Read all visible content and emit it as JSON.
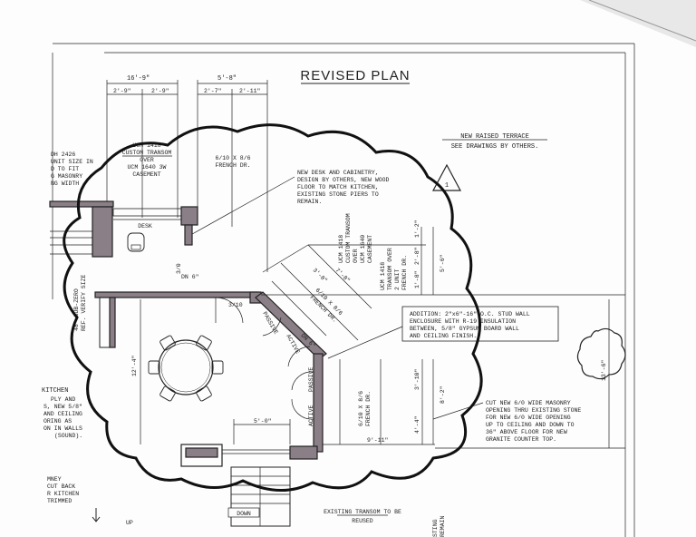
{
  "title": "REVISED PLAN",
  "terrace": {
    "line1": "NEW RAISED TERRACE",
    "line2": "SEE DRAWINGS BY OTHERS."
  },
  "revision_mark": "1",
  "dims_top": [
    "16'-9\"",
    "2'-9\"",
    "2'-9\"",
    "5'-8\"",
    "2'-7\"",
    "2'-11\""
  ],
  "window_top_left": [
    "UCM 1418",
    "CUSTOM TRANSOM",
    "OVER",
    "UCM 1640 3W",
    "CASEMENT"
  ],
  "french_door_top": [
    "6/10 X 8/6",
    "FRENCH DR."
  ],
  "desk_note": [
    "NEW DESK AND CABINETRY,",
    "DESIGN BY OTHERS, NEW WOOD",
    "FLOOR TO MATCH KITCHEN,",
    "EXISTING STONE PIERS TO",
    "REMAIN."
  ],
  "left_note": [
    "DH 2426",
    "UNIT SIZE IN",
    "D TO FIT",
    "G MASONRY",
    "NG WIDTH"
  ],
  "desk_label": "DESK",
  "dn_label": "DN 6\"",
  "door_3_0": "3/0",
  "door_3_10": "3/10",
  "diag_dims": [
    "3'-8\"",
    "7'-8\""
  ],
  "french_door_diag": [
    "6/10 X 8/6",
    "FRENCH DR."
  ],
  "right_window": [
    "UCM 1418",
    "CUSTOM TRANSOM",
    "OVER",
    "UCM 1640",
    "CASEMENT"
  ],
  "right_window2": [
    "UCM 1418",
    "TRANSOM OVER",
    "2 UNIT",
    "FRENCH DR."
  ],
  "right_dims": [
    "1'-2\"",
    "2'-8\"",
    "1'-8\"",
    "5'-6\""
  ],
  "addition_note": [
    "ADDITION: 2\"x6\"-16\" O.C. STUD WALL",
    "ENCLOSURE WITH R-19 INSULATION",
    "BETWEEN, 5/8\" GYPSUM BOARD WALL",
    "AND CEILING FINISH."
  ],
  "passive_label": "PASSIVE",
  "active_label": "ACTIVE",
  "dn6_label": "DN 6\"",
  "ref_label": "REF. VERIFY SIZE",
  "ref_label2": "48\" SUB-ZERO",
  "left_dim": "12'-4\"",
  "bottom_dim": "5'-0\"",
  "right_door2": [
    "6/10 X 8/6",
    "FRENCH DR."
  ],
  "right_dims2": [
    "3'-10\"",
    "8'-2\"",
    "4'-4\""
  ],
  "bottom_right_dim": "9'-11\"",
  "masonry_note": [
    "CUT NEW 6/0 WIDE MASONRY",
    "OPENING THRU EXISTING STONE",
    "FOR NEW 6/0 WIDE OPENING",
    "UP TO CEILING AND DOWN TO",
    "36\" ABOVE FLOOR FOR NEW",
    "GRANITE COUNTER TOP."
  ],
  "right_dim": "13'-6\"",
  "kitchen_title": "KITCHEN",
  "kitchen_lines": [
    "PLY AND",
    "S, NEW 5/8\"",
    "AND CEILING",
    "ORING AS",
    "ON IN WALLS",
    "(SOUND)."
  ],
  "chimney_lines": [
    "MNEY",
    "CUT BACK",
    "R KITCHEN",
    "TRIMMED"
  ],
  "transom_note": [
    "EXISTING TRANSOM TO BE",
    "REUSED"
  ],
  "down_label": "DOWN",
  "up_label": "UP",
  "side_text": [
    "STING",
    "REMAIN"
  ]
}
